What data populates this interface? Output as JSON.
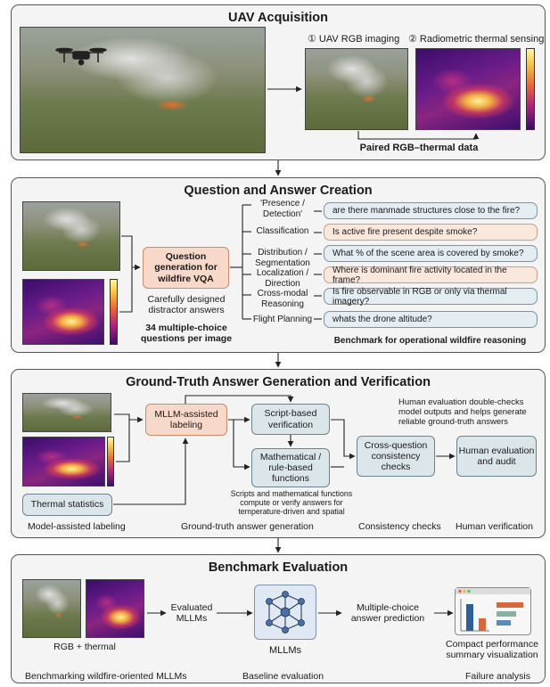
{
  "uav": {
    "title": "UAV Acquisition",
    "step1": "① UAV RGB imaging",
    "step2": "② Radiometric thermal sensing",
    "paired": "Paired RGB–thermal data"
  },
  "qa": {
    "title": "Question and Answer Creation",
    "gen_box": "Question generation for wildfire VQA",
    "distractor": "Carefully designed distractor answers",
    "count": "34 multiple-choice questions per image",
    "benchmark": "Benchmark for operational wildfire reasoning",
    "categories": [
      {
        "label": "'Presence / Detection'",
        "question": "are there manmade structures close to the fire?",
        "highlight": false
      },
      {
        "label": "Classification",
        "question": "Is active fire present despite smoke?",
        "highlight": true
      },
      {
        "label": "Distribution / Segmentation",
        "question": "What % of the scene area is covered by smoke?",
        "highlight": false
      },
      {
        "label": "Localization / Direction",
        "question": "Where is dominant fire activity located in the frame?",
        "highlight": true
      },
      {
        "label": "Cross-modal Reasoning",
        "question": "Is fire observable in RGB or only via thermal imagery?",
        "highlight": false
      },
      {
        "label": "Flight Planning",
        "question": "whats the drone altitude?",
        "highlight": false
      }
    ]
  },
  "gt": {
    "title": "Ground-Truth Answer Generation and Verification",
    "mllm_box": "MLLM-assisted labeling",
    "script_box": "Script-based verification",
    "math_box": "Mathematical / rule-based functions",
    "thermal_box": "Thermal statistics",
    "cross_box": "Cross-question consistency checks",
    "human_box": "Human evaluation and audit",
    "human_note": "Human evaluation double-checks model outputs and helps generate reliable ground-truth answers",
    "script_note": "Scripts and mathematical functions compute or verify answers for temperature-driven and spatial",
    "captions": [
      "Model-assisted labeling",
      "Ground-truth answer generation",
      "Consistency checks",
      "Human verification"
    ]
  },
  "eval": {
    "title": "Benchmark Evaluation",
    "rgb_thermal": "RGB + thermal",
    "evaluated": "Evaluated MLLMs",
    "mllms": "MLLMs",
    "mc_pred": "Multiple-choice answer prediction",
    "summary": "Compact performance summary visualization",
    "captions": [
      "Benchmarking wildfire-oriented MLLMs",
      "Baseline evaluation",
      "Failure analysis"
    ]
  },
  "colors": {
    "panel_bg": "#f3f4f3",
    "blue_box": "#dbe6ea",
    "orange_box": "#f8d8c8"
  }
}
